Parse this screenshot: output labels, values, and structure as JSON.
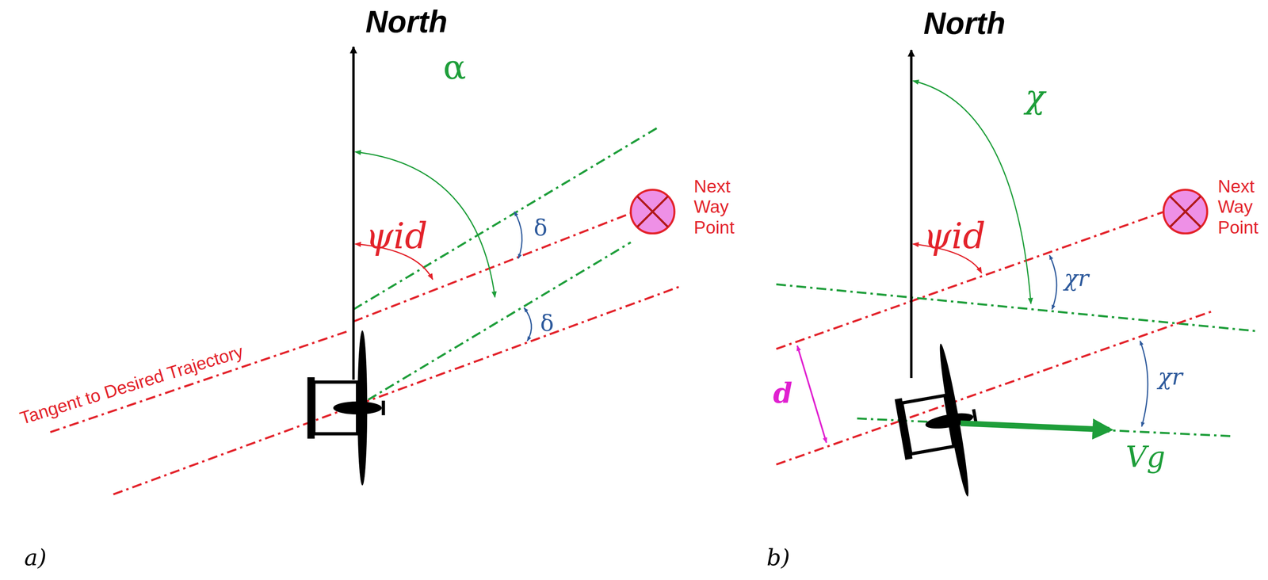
{
  "diagram": {
    "labels": [
      "North",
      "α",
      "ψid",
      "δ",
      "δ",
      "Next Way Point",
      "Tangent to Desired Trajectory",
      "a)",
      "North",
      "χ",
      "ψid",
      "χr",
      "Next Way Point",
      "χr",
      "d",
      "Vg",
      "b)"
    ]
  }
}
